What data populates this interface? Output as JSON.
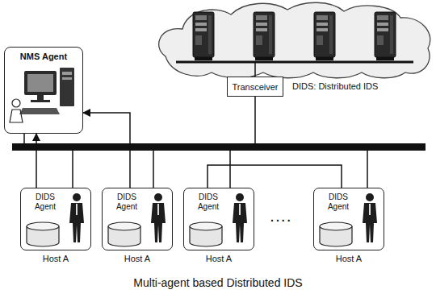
{
  "diagram": {
    "caption": "Multi-agent based Distributed IDS",
    "nodes": [
      {
        "text": [
          "NMS Agent"
        ]
      },
      {
        "text": [
          "Transceiver"
        ]
      },
      {
        "text": [
          "DIDS Agent",
          "Host A"
        ]
      },
      {
        "text": [
          "DIDS Agent",
          "Host A"
        ]
      },
      {
        "text": [
          "DIDS Agent",
          "Host A"
        ]
      },
      {
        "text": [
          "DIDS Agent",
          "Host A"
        ]
      }
    ],
    "edges": [
      {
        "from": 2,
        "to": 0,
        "arrow": "to"
      },
      {
        "from": 3,
        "to": 0,
        "arrow": "to"
      },
      {
        "from": 4,
        "to": 5,
        "arrow": "none"
      }
    ],
    "labels": [
      "DIDS: Distributed IDS",
      "...."
    ]
  }
}
